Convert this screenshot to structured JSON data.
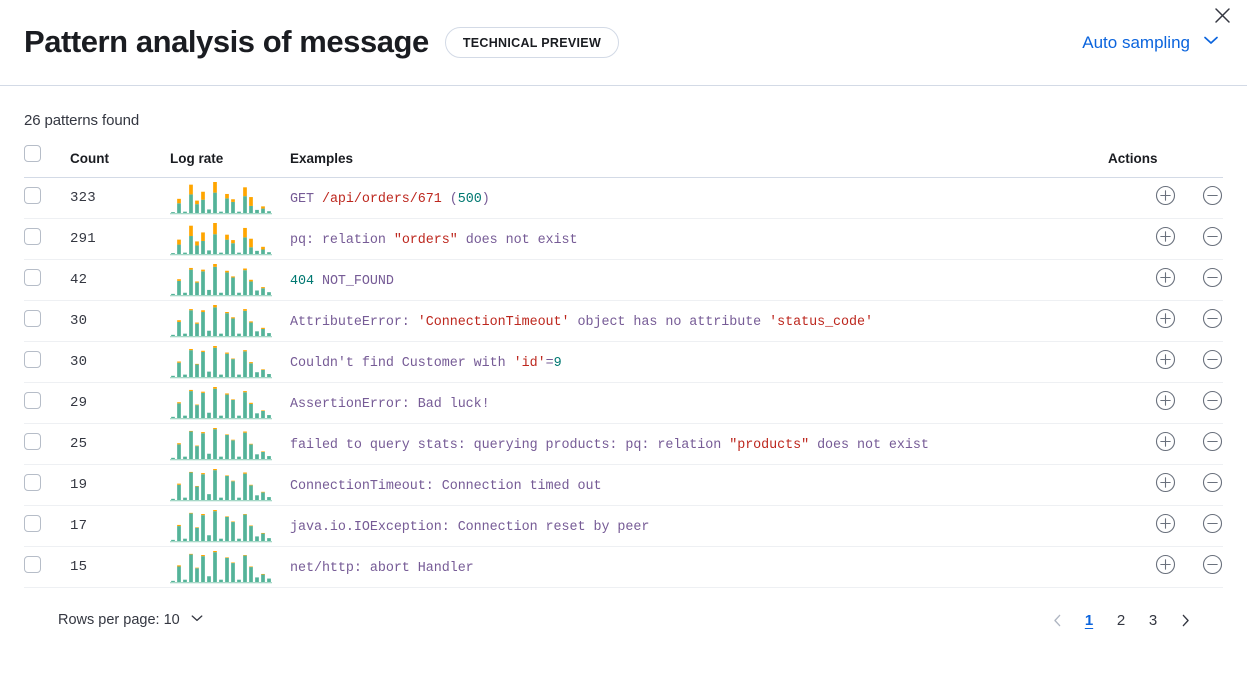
{
  "header": {
    "title": "Pattern analysis of message",
    "badge": "TECHNICAL PREVIEW",
    "sampling_label": "Auto sampling",
    "close_label": "Close",
    "accent_color": "#0b64dd"
  },
  "summary": {
    "patterns_found": "26 patterns found"
  },
  "table": {
    "columns": {
      "select": "",
      "count": "Count",
      "log_rate": "Log rate",
      "examples": "Examples",
      "actions": "Actions"
    },
    "rows": [
      {
        "count": "323",
        "example_plain": "GET /api/orders/671 (500)",
        "tokens": [
          {
            "t": "GET ",
            "c": "base"
          },
          {
            "t": "/api/orders/671",
            "c": "str"
          },
          {
            "t": " (",
            "c": "base"
          },
          {
            "t": "500",
            "c": "num"
          },
          {
            "t": ")",
            "c": "base"
          }
        ],
        "sparkline": {
          "teal": [
            2,
            22,
            3,
            42,
            20,
            30,
            8,
            46,
            3,
            33,
            25,
            3,
            38,
            16,
            7,
            10,
            4
          ],
          "orange": [
            0,
            10,
            0,
            22,
            8,
            18,
            0,
            24,
            0,
            10,
            6,
            0,
            20,
            20,
            0,
            5,
            0
          ]
        }
      },
      {
        "count": "291",
        "example_plain": "pq: relation \"orders\" does not exist",
        "tokens": [
          {
            "t": "pq: relation ",
            "c": "base"
          },
          {
            "t": "\"orders\"",
            "c": "str"
          },
          {
            "t": " does not exist",
            "c": "base"
          }
        ],
        "sparkline": {
          "teal": [
            2,
            21,
            3,
            40,
            19,
            29,
            8,
            44,
            3,
            32,
            24,
            3,
            37,
            15,
            7,
            10,
            4
          ],
          "orange": [
            0,
            11,
            0,
            23,
            9,
            19,
            0,
            25,
            0,
            11,
            7,
            0,
            21,
            19,
            0,
            6,
            0
          ]
        }
      },
      {
        "count": "42",
        "example_plain": "404 NOT_FOUND",
        "tokens": [
          {
            "t": "404",
            "c": "num"
          },
          {
            "t": " NOT_FOUND",
            "c": "base"
          }
        ],
        "sparkline": {
          "teal": [
            2,
            25,
            4,
            45,
            22,
            42,
            9,
            50,
            4,
            40,
            31,
            4,
            44,
            24,
            8,
            12,
            5
          ],
          "orange": [
            0,
            3,
            0,
            3,
            2,
            3,
            0,
            5,
            0,
            3,
            2,
            0,
            3,
            3,
            0,
            2,
            0
          ]
        }
      },
      {
        "count": "30",
        "example_plain": "AttributeError: 'ConnectionTimeout' object has no attribute 'status_code'",
        "tokens": [
          {
            "t": "AttributeError: ",
            "c": "base"
          },
          {
            "t": "'ConnectionTimeout'",
            "c": "str"
          },
          {
            "t": " object has no attribute ",
            "c": "base"
          },
          {
            "t": "'status_code'",
            "c": "str"
          }
        ],
        "sparkline": {
          "teal": [
            2,
            24,
            4,
            44,
            21,
            41,
            9,
            49,
            4,
            39,
            30,
            4,
            43,
            23,
            8,
            12,
            5
          ],
          "orange": [
            0,
            3,
            0,
            2,
            2,
            3,
            0,
            4,
            0,
            2,
            2,
            0,
            3,
            2,
            0,
            2,
            0
          ]
        }
      },
      {
        "count": "30",
        "example_plain": "Couldn't find Customer with 'id'=9",
        "tokens": [
          {
            "t": "Couldn't find Customer with ",
            "c": "base"
          },
          {
            "t": "'id'",
            "c": "str"
          },
          {
            "t": "=",
            "c": "base"
          },
          {
            "t": "9",
            "c": "num"
          }
        ],
        "sparkline": {
          "teal": [
            2,
            24,
            4,
            45,
            21,
            42,
            9,
            49,
            4,
            39,
            30,
            4,
            43,
            23,
            8,
            12,
            5
          ],
          "orange": [
            0,
            2,
            0,
            2,
            1,
            2,
            0,
            3,
            0,
            2,
            1,
            0,
            2,
            2,
            0,
            1,
            0
          ]
        }
      },
      {
        "count": "29",
        "example_plain": "AssertionError: Bad luck!",
        "tokens": [
          {
            "t": "AssertionError: Bad luck!",
            "c": "base"
          }
        ],
        "sparkline": {
          "teal": [
            2,
            25,
            4,
            46,
            22,
            43,
            9,
            50,
            4,
            40,
            31,
            4,
            44,
            24,
            8,
            12,
            5
          ],
          "orange": [
            0,
            2,
            0,
            2,
            1,
            2,
            0,
            3,
            0,
            2,
            1,
            0,
            2,
            2,
            0,
            1,
            0
          ]
        }
      },
      {
        "count": "25",
        "example_plain": "failed to query stats: querying products: pq: relation \"products\" does not exist",
        "tokens": [
          {
            "t": "failed to query stats: querying products: pq: relation ",
            "c": "base"
          },
          {
            "t": "\"products\"",
            "c": "str"
          },
          {
            "t": " does not exist",
            "c": "base"
          }
        ],
        "sparkline": {
          "teal": [
            2,
            25,
            4,
            47,
            22,
            44,
            9,
            51,
            4,
            41,
            32,
            4,
            45,
            25,
            8,
            12,
            5
          ],
          "orange": [
            0,
            2,
            0,
            1,
            1,
            2,
            0,
            2,
            0,
            1,
            1,
            0,
            2,
            1,
            0,
            1,
            0
          ]
        }
      },
      {
        "count": "19",
        "example_plain": "ConnectionTimeout: Connection timed out",
        "tokens": [
          {
            "t": "ConnectionTimeout: Connection timed out",
            "c": "base"
          }
        ],
        "sparkline": {
          "teal": [
            2,
            26,
            4,
            47,
            23,
            44,
            10,
            51,
            4,
            41,
            32,
            4,
            45,
            25,
            8,
            13,
            5
          ],
          "orange": [
            0,
            2,
            0,
            1,
            1,
            2,
            0,
            2,
            0,
            1,
            1,
            0,
            2,
            1,
            0,
            1,
            0
          ]
        }
      },
      {
        "count": "17",
        "example_plain": "java.io.IOException: Connection reset by peer",
        "tokens": [
          {
            "t": "java.io.IOException: Connection reset by peer",
            "c": "base"
          }
        ],
        "sparkline": {
          "teal": [
            2,
            26,
            4,
            48,
            23,
            45,
            10,
            52,
            4,
            42,
            33,
            4,
            46,
            26,
            8,
            13,
            5
          ],
          "orange": [
            0,
            2,
            0,
            1,
            1,
            2,
            0,
            2,
            0,
            1,
            1,
            0,
            1,
            1,
            0,
            1,
            0
          ]
        }
      },
      {
        "count": "15",
        "example_plain": "net/http: abort Handler",
        "tokens": [
          {
            "t": "net/http: abort Handler",
            "c": "base"
          }
        ],
        "sparkline": {
          "teal": [
            2,
            27,
            4,
            48,
            24,
            45,
            10,
            52,
            4,
            42,
            33,
            4,
            46,
            26,
            8,
            13,
            6
          ],
          "orange": [
            0,
            2,
            0,
            1,
            1,
            2,
            0,
            2,
            0,
            1,
            1,
            0,
            1,
            1,
            0,
            1,
            0
          ]
        }
      }
    ]
  },
  "sparkline_colors": {
    "teal": "#54b399",
    "orange": "#ffa500",
    "baseline": "#a6d8c7"
  },
  "footer": {
    "rows_per_page_label": "Rows per page: 10",
    "pages": [
      "1",
      "2",
      "3"
    ],
    "active_page": "1",
    "prev_label": "Previous page",
    "next_label": "Next page"
  }
}
